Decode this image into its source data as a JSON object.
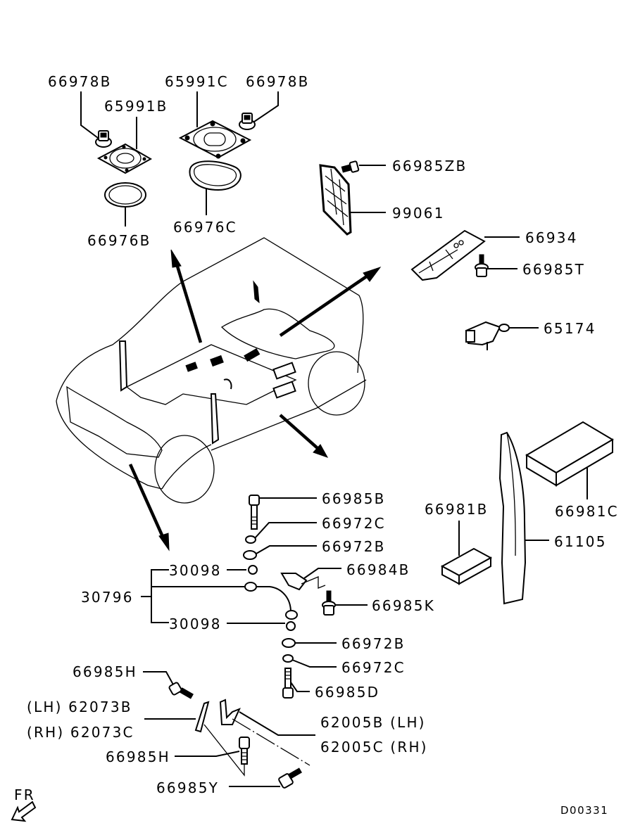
{
  "diagram": {
    "drawing_code": "D00331",
    "orientation_label": "FR",
    "callouts": {
      "c66978B_left": "66978B",
      "c65991B": "65991B",
      "c66976B": "66976B",
      "c65991C": "65991C",
      "c66978B_right": "66978B",
      "c66976C": "66976C",
      "c66985ZB": "66985ZB",
      "c99061": "99061",
      "c66934": "66934",
      "c66985T": "66985T",
      "c65174": "65174",
      "c66981B": "66981B",
      "c66981C": "66981C",
      "c61105": "61105",
      "c66985B": "66985B",
      "c66972C_top": "66972C",
      "c66972B_top": "66972B",
      "c30098_top": "30098",
      "c30796": "30796",
      "c30098_bottom": "30098",
      "c66984B": "66984B",
      "c66985K": "66985K",
      "c66972B_bottom": "66972B",
      "c66972C_bottom": "66972C",
      "c66985D": "66985D",
      "c66985H_top": "66985H",
      "c62073B": "(LH) 62073B",
      "c62073C": "(RH) 62073C",
      "c62005B": "62005B (LH)",
      "c62005C": "62005C (RH)",
      "c66985H_bottom": "66985H",
      "c66985Y": "66985Y"
    }
  }
}
